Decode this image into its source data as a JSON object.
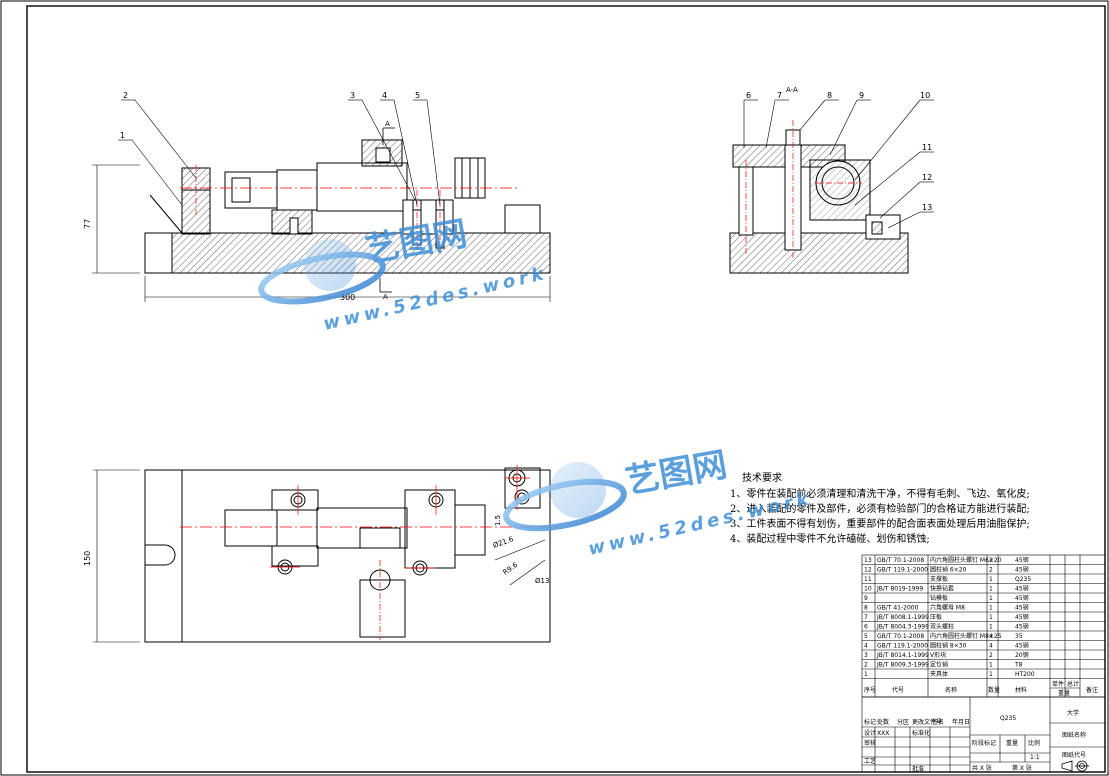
{
  "view_labels": {
    "section": "A-A",
    "section_mark_top": "A",
    "section_mark_bottom": "A"
  },
  "dimensions": {
    "front_width": "300",
    "front_height": "77",
    "plan_height": "150",
    "plan_d1": "1.5",
    "plan_d2": "Ø21.6",
    "plan_d3": "R9.6",
    "plan_d4": "Ø13"
  },
  "balloons": [
    "1",
    "2",
    "3",
    "4",
    "5",
    "6",
    "7",
    "8",
    "9",
    "10",
    "11",
    "12",
    "13"
  ],
  "tech_requirements": {
    "title": "技术要求",
    "items": [
      "1、零件在装配前必须清理和清洗干净，不得有毛刺、飞边、氧化皮;",
      "2、进入装配的零件及部件，必须有检验部门的合格证方能进行装配;",
      "3、工件表面不得有划伤，重要部件的配合面表面处理后用油脂保护;",
      "4、装配过程中零件不允许磕碰、划伤和锈蚀;"
    ]
  },
  "bom": {
    "rows": [
      {
        "no": "13",
        "code": "GB/T 70.1-2008",
        "name": "内六角圆柱头螺钉 M6×20",
        "qty": "2",
        "mat": "45钢"
      },
      {
        "no": "12",
        "code": "GB/T 119.1-2000",
        "name": "圆柱销 6×20",
        "qty": "2",
        "mat": "45钢"
      },
      {
        "no": "11",
        "code": "",
        "name": "支撑板",
        "qty": "1",
        "mat": "Q235"
      },
      {
        "no": "10",
        "code": "JB/T 8019-1999",
        "name": "快换钻套",
        "qty": "1",
        "mat": "45钢"
      },
      {
        "no": "9",
        "code": "",
        "name": "钻模板",
        "qty": "1",
        "mat": "45钢"
      },
      {
        "no": "8",
        "code": "GB/T 41-2000",
        "name": "六角螺母 M8",
        "qty": "1",
        "mat": "45钢"
      },
      {
        "no": "7",
        "code": "JB/T 8008.1-1999",
        "name": "压板",
        "qty": "1",
        "mat": "45钢"
      },
      {
        "no": "6",
        "code": "JB/T 8004.3-1999",
        "name": "双头螺柱",
        "qty": "1",
        "mat": "45钢"
      },
      {
        "no": "5",
        "code": "GB/T 70.1-2008",
        "name": "内六角圆柱头螺钉 M8×25",
        "qty": "4",
        "mat": "35"
      },
      {
        "no": "4",
        "code": "GB/T 119.1-2000",
        "name": "圆柱销 8×30",
        "qty": "4",
        "mat": "45钢"
      },
      {
        "no": "3",
        "code": "JB/T 8014.1-1999",
        "name": "V形块",
        "qty": "2",
        "mat": "20钢"
      },
      {
        "no": "2",
        "code": "JB/T 8009.3-1999",
        "name": "定位销",
        "qty": "1",
        "mat": "T8"
      },
      {
        "no": "1",
        "code": "",
        "name": "夹具体",
        "qty": "1",
        "mat": "HT200"
      }
    ],
    "header": {
      "no": "序号",
      "code": "代号",
      "name": "名称",
      "qty": "数量",
      "mat": "材料",
      "weight_single": "单件",
      "weight_total": "总计",
      "weight": "重量",
      "remark": "备注"
    }
  },
  "title_block": {
    "material": "Q235",
    "university": "大学",
    "drawing_name": "图纸名称",
    "drawing_code": "图纸代号",
    "stage_label": "阶段标记",
    "weight_label": "重量",
    "scale_label": "比例",
    "scale": "1:1",
    "sheets_total": "共 X 张",
    "sheet_no": "第 X 张",
    "design": "设计",
    "designer": "XXX",
    "standardize": "标准化",
    "review": "审核",
    "process": "工艺",
    "approve": "批准",
    "mark": "标记",
    "qty_label": "处数",
    "zone": "分区",
    "change_doc": "更改文件号",
    "sign": "签名",
    "date": "年月日"
  },
  "watermark": {
    "cn": "艺图网",
    "url": "www.52des.work"
  },
  "colors": {
    "line": "#000000",
    "center": "#ff0000",
    "watermark": "#3f8fd8"
  }
}
